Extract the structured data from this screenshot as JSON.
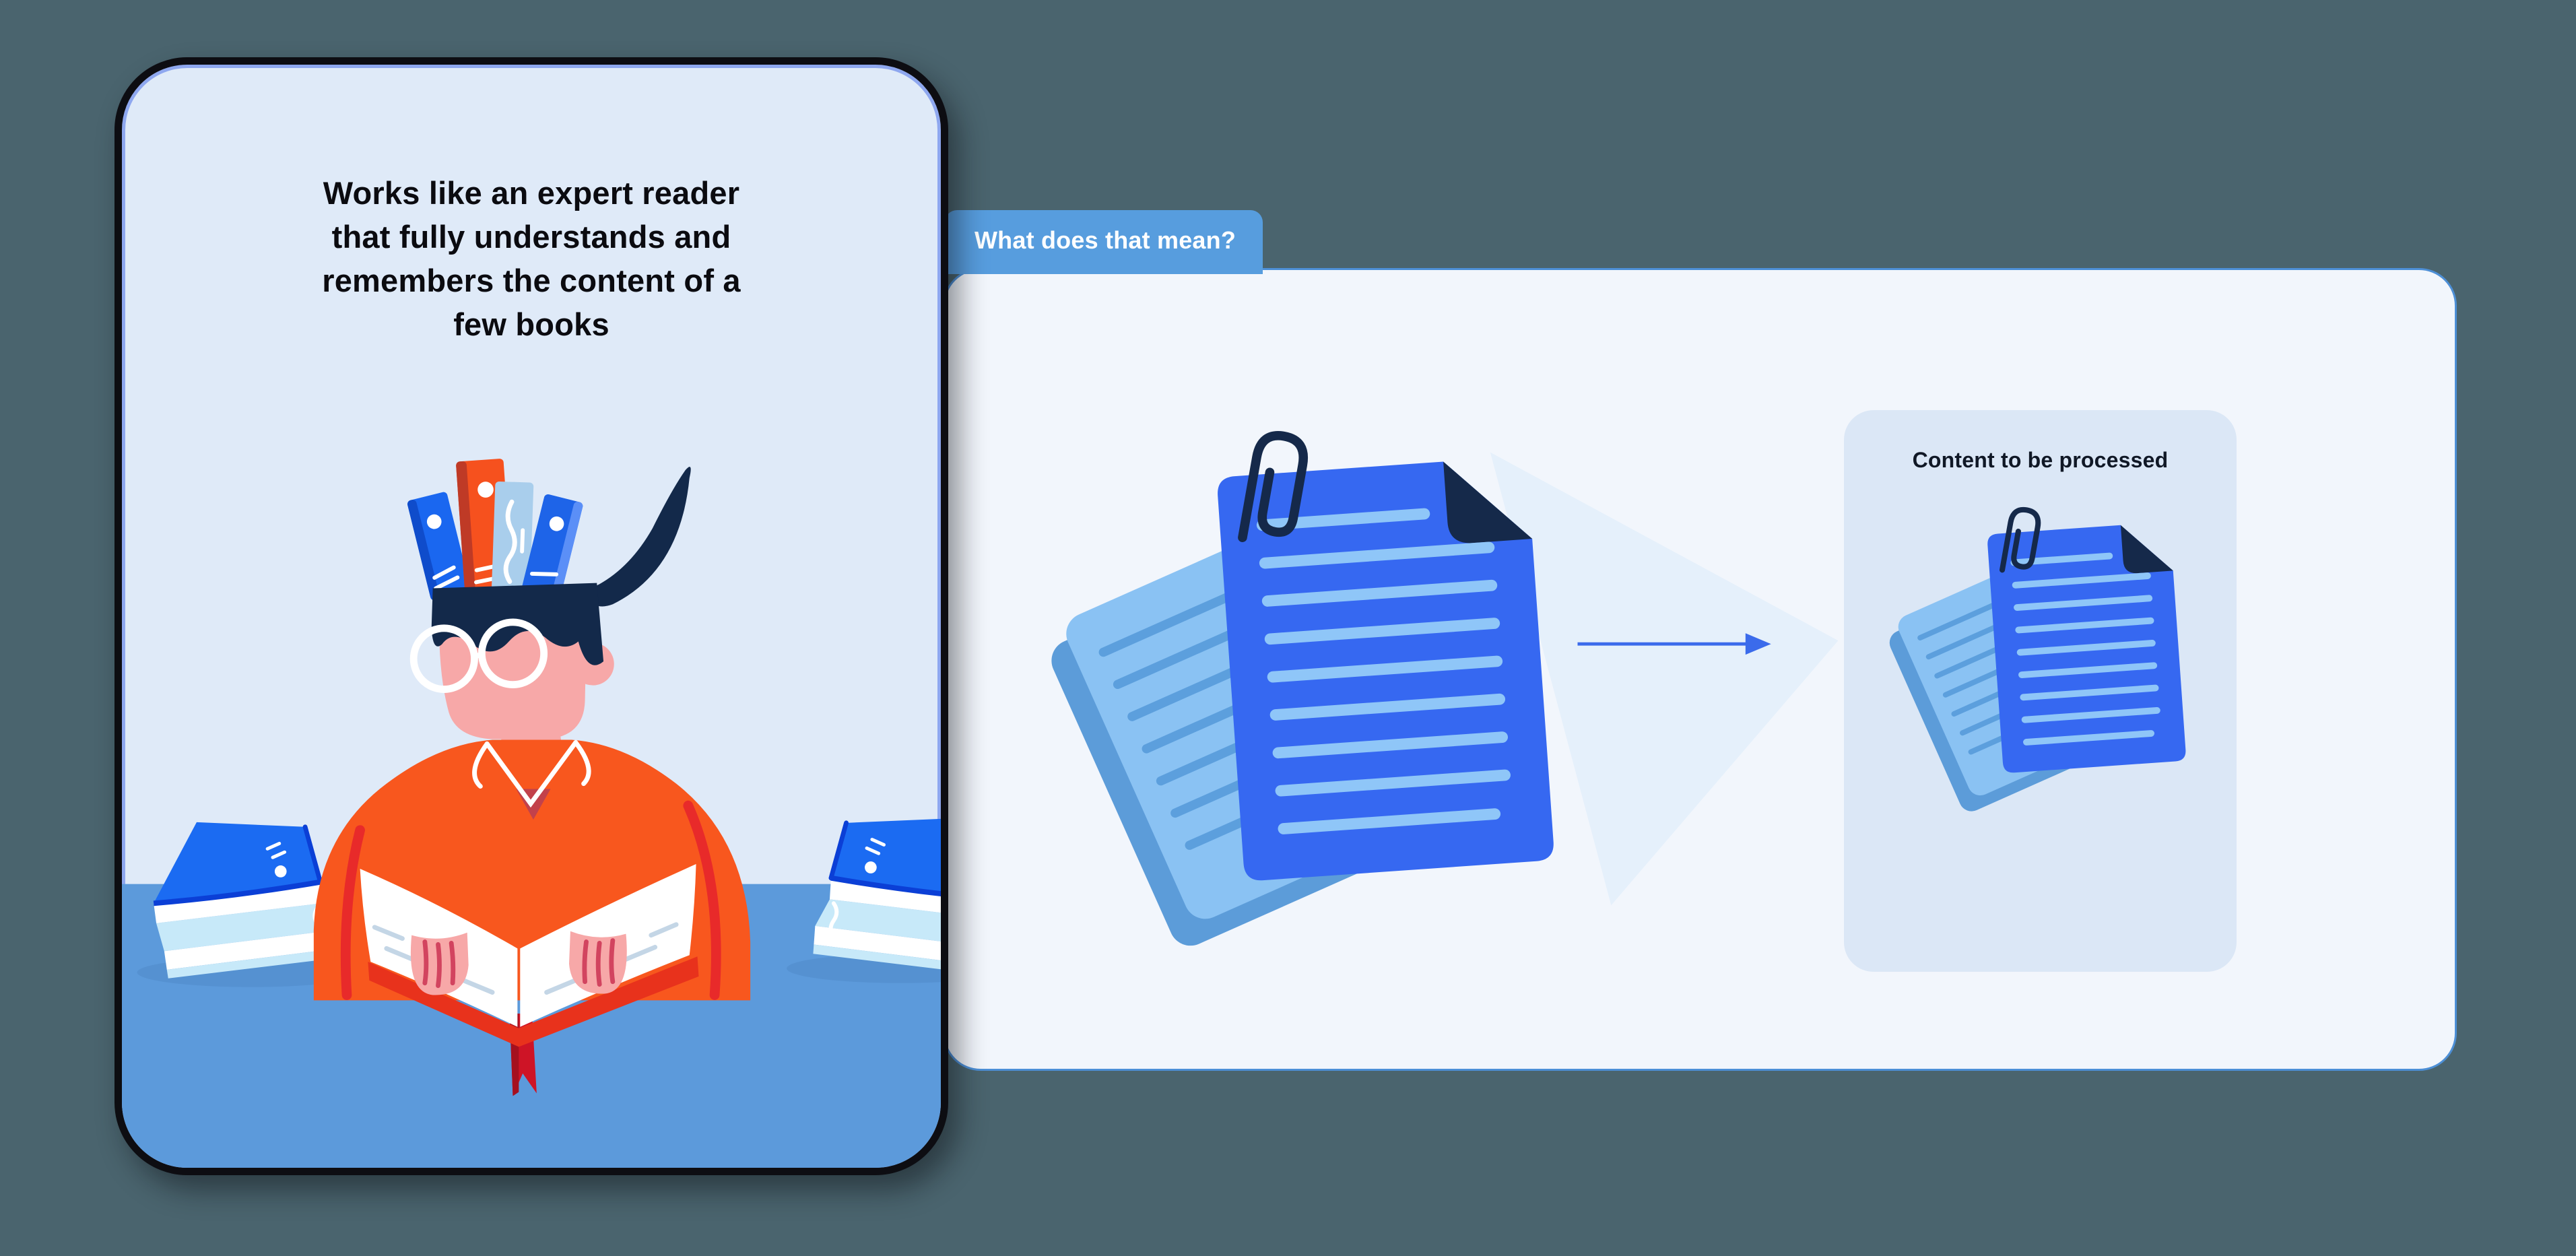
{
  "page": {
    "background": "#4A646E"
  },
  "card": {
    "text_lines": [
      "Works like an expert reader",
      "that fully understands and",
      "remembers the content of a",
      "few books"
    ]
  },
  "tab": {
    "label": "What does that mean?"
  },
  "panel": {
    "content_box": {
      "title": "Content to be processed"
    }
  },
  "icons": {
    "paperclip": "paperclip-icon",
    "arrow_right": "arrow-right-icon"
  },
  "colors": {
    "pageBg": "#4A646E",
    "cardBg": "#DFEAF8",
    "cardBorder": "#0D0D12",
    "cardStroke": "#4A6FE8",
    "desk": "#5C9ADB",
    "tabBg": "#579DDE",
    "tabText": "#FFFFFF",
    "panelBg": "#F2F6FC",
    "panelBorder": "#4D8FD6",
    "boxBg": "#DBE7F6",
    "boxTitle": "#101826",
    "beam": "#E5F0FB",
    "arrow": "#3B6BEB",
    "docBlue": "#3668F1",
    "docLine": "#8FC6F8",
    "docBack": "#8AC2F3",
    "docBackLine": "#5C9FDD",
    "docShadow": "#5C9CD9",
    "navy": "#15294A",
    "skin": "#F7A8A8",
    "hair": "#13294A",
    "shirt": "#F8571E",
    "shirtAccent": "#E82A2A",
    "shirtDark": "#C2414B",
    "bookRed": "#F6511E",
    "bookRedSide": "#BF3A26",
    "bookBlue": "#1A67F0",
    "bookBlue2": "#1E64E8",
    "bookLightBlue": "#A9CEEC",
    "deskBookBlue": "#1B6BF2",
    "deskBookSpine": "#0B3FD6",
    "deskBookLight": "#C7E9F9",
    "ribbon": "#CE1426",
    "ribbonDark": "#A5101F",
    "fingerLine": "#D2445F",
    "pageLine": "#C4D6E6",
    "ink": "#0B0B10",
    "white": "#FFFFFF"
  }
}
